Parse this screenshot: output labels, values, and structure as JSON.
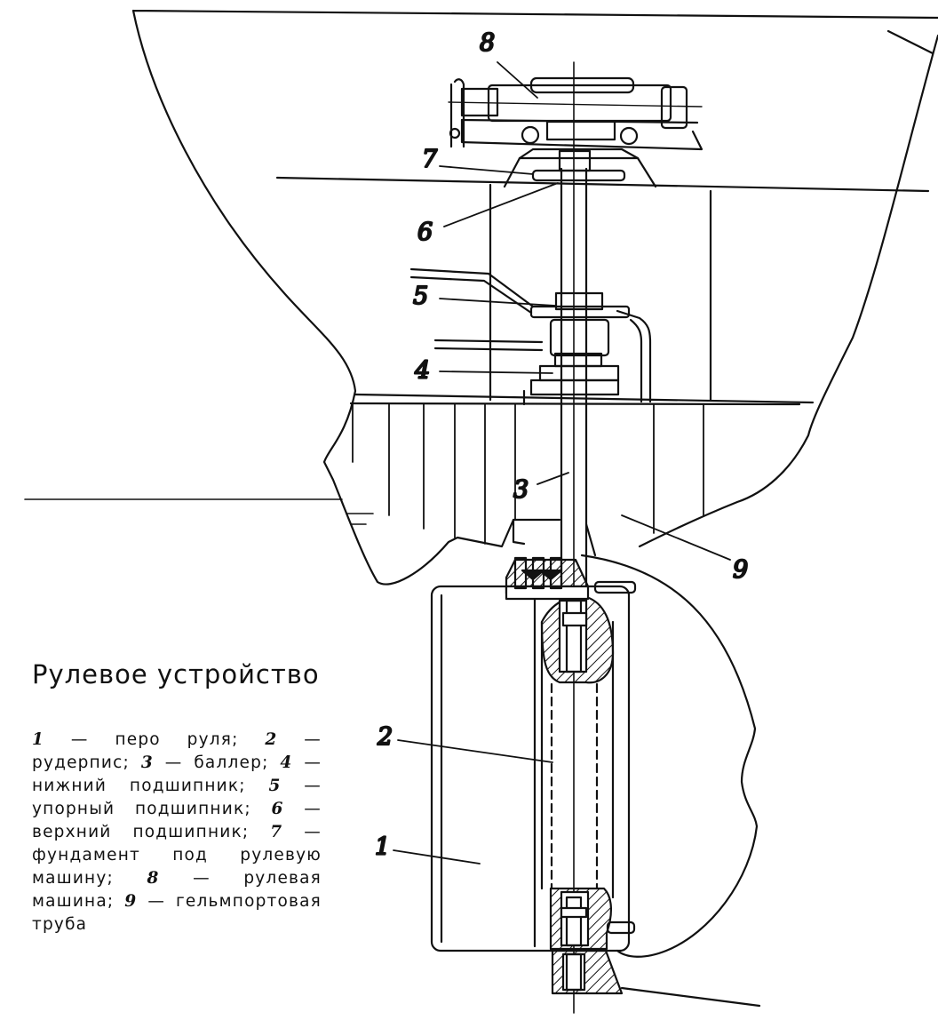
{
  "caption": {
    "title": "Рулевое устройство",
    "legend": [
      {
        "num": "1",
        "name": "перо руля"
      },
      {
        "num": "2",
        "name": "рудерпис"
      },
      {
        "num": "3",
        "name": "баллер"
      },
      {
        "num": "4",
        "name": "нижний подшипник"
      },
      {
        "num": "5",
        "name": "упорный подшипник"
      },
      {
        "num": "6",
        "name": "верхний подшипник"
      },
      {
        "num": "7",
        "name": "фундамент под рулевую машину"
      },
      {
        "num": "8",
        "name": "рулевая машина"
      },
      {
        "num": "9",
        "name": "гельмпортовая труба"
      }
    ]
  },
  "callouts": {
    "c1": "1",
    "c2": "2",
    "c3": "3",
    "c4": "4",
    "c5": "5",
    "c6": "6",
    "c7": "7",
    "c8": "8",
    "c9": "9"
  },
  "colors": {
    "line": "#111111",
    "paper": "#ffffff"
  }
}
